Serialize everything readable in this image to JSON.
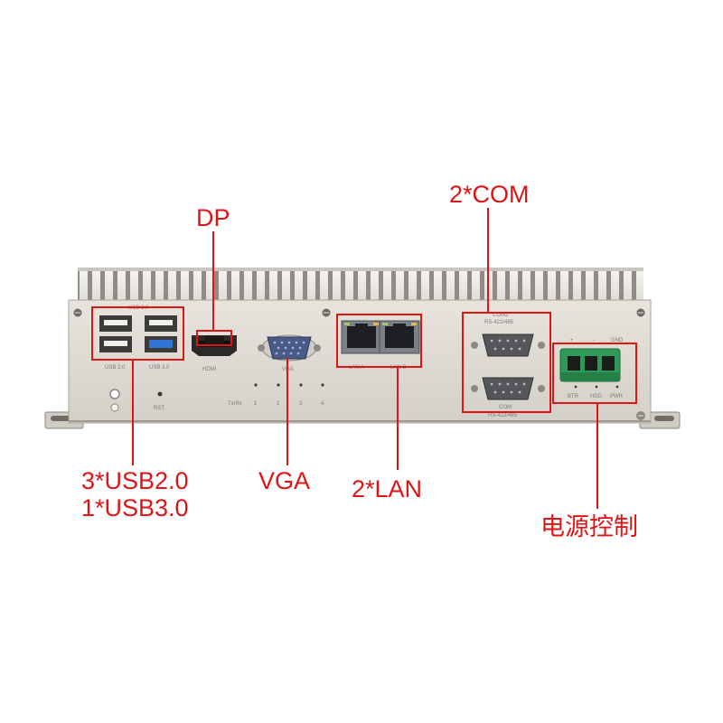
{
  "annotation_color": "#e01414",
  "chassis_color": "#dedbd3",
  "callouts": {
    "dp": "DP",
    "com": "2*COM",
    "usb_line1": "3*USB2.0",
    "usb_line2": "1*USB3.0",
    "vga": "VGA",
    "lan": "2*LAN",
    "power": "电源控制"
  },
  "panel_labels": {
    "usb_top": "USB 2.0",
    "usb2": "USB 2.0",
    "usb3": "USB 3.0",
    "hdmi": "HDMI",
    "vga": "VGA",
    "rst": "RST",
    "txrx": "Tx/Rx",
    "led1": "1",
    "led2": "2",
    "led3": "3",
    "led4": "4",
    "lan_a": "LAN A",
    "lan_b": "LAN B",
    "com2": "COM2",
    "com2_std": "RS-422/485",
    "com1": "COM",
    "com1_std": "RS-422/485",
    "pwr_plus": "+",
    "pwr_minus": "−",
    "pwr_gnd": "GND",
    "btn_btr": "BTR",
    "btn_hdd": "HDD",
    "btn_pwr": "PWR"
  }
}
